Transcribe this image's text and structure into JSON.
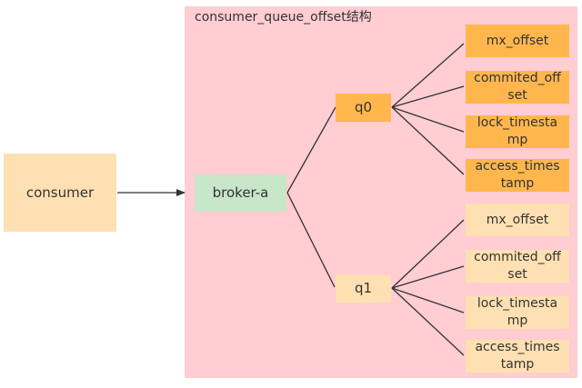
{
  "container": {
    "title": "consumer_queue_offset结构",
    "color": "#ffcdd2"
  },
  "nodes": {
    "consumer": {
      "label": "consumer",
      "color": "#ffe0b2"
    },
    "broker": {
      "label": "broker-a",
      "color": "#c8e6c9"
    },
    "queues": [
      {
        "label": "q0",
        "color": "#ffb74d",
        "fields": [
          {
            "label": "mx_offset"
          },
          {
            "label": "commited_offset"
          },
          {
            "label": "lock_timestamp"
          },
          {
            "label": "access_timestamp"
          }
        ]
      },
      {
        "label": "q1",
        "color": "#ffe0b2",
        "fields": [
          {
            "label": "mx_offset"
          },
          {
            "label": "commited_offset"
          },
          {
            "label": "lock_timestamp"
          },
          {
            "label": "access_timestamp"
          }
        ]
      }
    ]
  },
  "edges": [
    {
      "from": "consumer",
      "to": "broker-a",
      "arrow": true
    },
    {
      "from": "broker-a",
      "to": "q0"
    },
    {
      "from": "broker-a",
      "to": "q1"
    },
    {
      "from": "q0",
      "to": "q0.mx_offset"
    },
    {
      "from": "q0",
      "to": "q0.commited_offset"
    },
    {
      "from": "q0",
      "to": "q0.lock_timestamp"
    },
    {
      "from": "q0",
      "to": "q0.access_timestamp"
    },
    {
      "from": "q1",
      "to": "q1.mx_offset"
    },
    {
      "from": "q1",
      "to": "q1.commited_offset"
    },
    {
      "from": "q1",
      "to": "q1.lock_timestamp"
    },
    {
      "from": "q1",
      "to": "q1.access_timestamp"
    }
  ]
}
